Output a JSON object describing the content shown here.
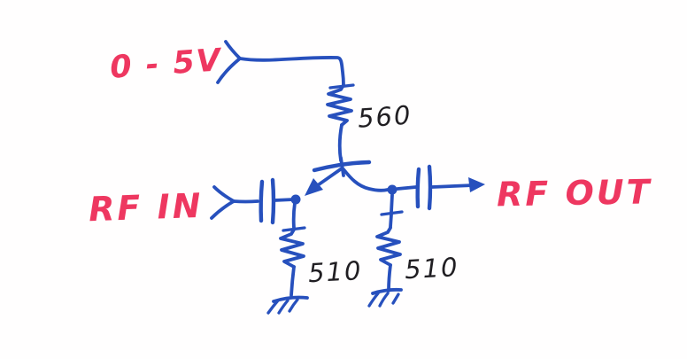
{
  "diagram": {
    "kind": "hand-drawn circuit schematic",
    "background": "#fffefe",
    "ink": {
      "blue": "#2750bd",
      "red": "#ee3760",
      "black": "#201e22"
    },
    "labels": {
      "supply": "0 - 5V",
      "rf_in": "RF IN",
      "rf_out": "RF OUT",
      "r_supply": "560",
      "r_in": "510",
      "r_out": "510"
    },
    "components": [
      {
        "name": "supply-terminal",
        "kind": "input-terminal",
        "label": "0 - 5V"
      },
      {
        "name": "resistor-560",
        "kind": "resistor",
        "value": "560"
      },
      {
        "name": "transistor",
        "kind": "transistor-junction"
      },
      {
        "name": "rf-in-terminal",
        "kind": "input-terminal",
        "label": "RF IN"
      },
      {
        "name": "input-coupling-capacitor",
        "kind": "capacitor"
      },
      {
        "name": "resistor-510-input",
        "kind": "resistor",
        "value": "510"
      },
      {
        "name": "ground-input",
        "kind": "ground"
      },
      {
        "name": "output-coupling-capacitor",
        "kind": "capacitor"
      },
      {
        "name": "rf-out-arrow",
        "kind": "signal-arrow",
        "label": "RF OUT"
      },
      {
        "name": "resistor-510-output",
        "kind": "resistor",
        "value": "510"
      },
      {
        "name": "ground-output",
        "kind": "ground"
      }
    ]
  }
}
